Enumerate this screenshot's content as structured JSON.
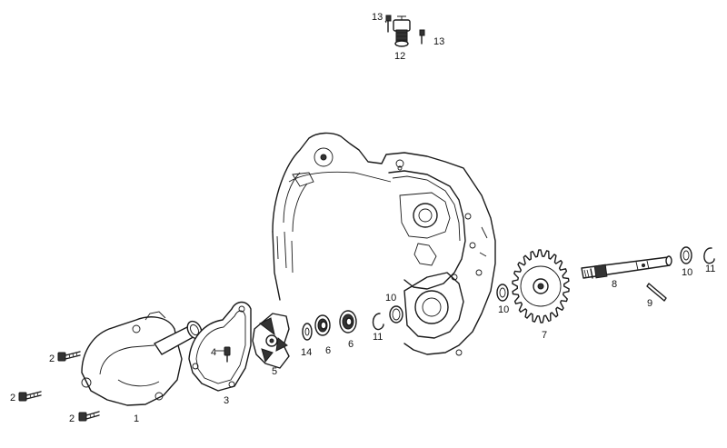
{
  "callouts": {
    "c1": "1",
    "c2a": "2",
    "c2b": "2",
    "c2c": "2",
    "c3": "3",
    "c4": "4",
    "c5": "5",
    "c6a": "6",
    "c6b": "6",
    "c7": "7",
    "c8": "8",
    "c9": "9",
    "c10a": "10",
    "c10b": "10",
    "c10c": "10",
    "c11a": "11",
    "c11b": "11",
    "c12": "12",
    "c13a": "13",
    "c13b": "13",
    "c14": "14"
  }
}
